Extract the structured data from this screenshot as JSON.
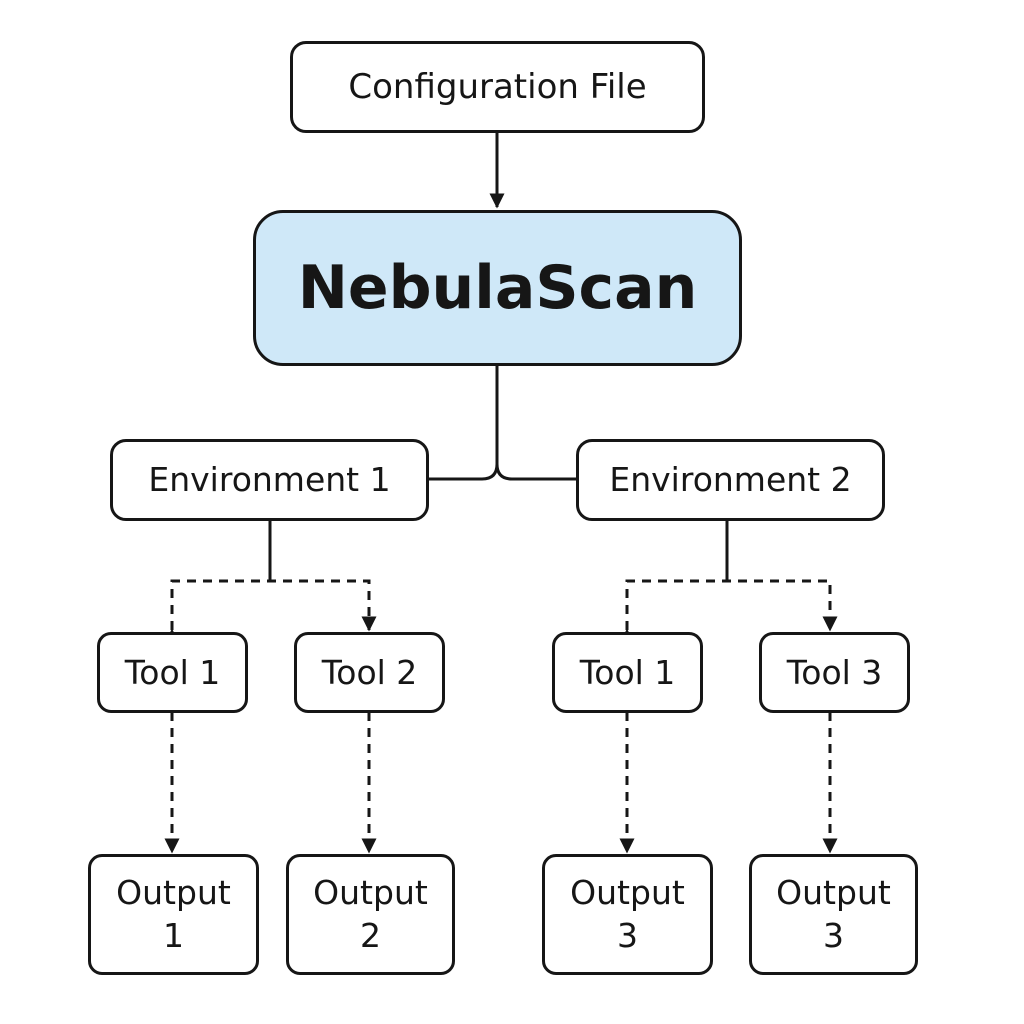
{
  "diagram": {
    "config": {
      "label": "Configuration File"
    },
    "root": {
      "label": "NebulaScan"
    },
    "env1": {
      "label": "Environment 1",
      "tool_a": {
        "label": "Tool 1"
      },
      "tool_b": {
        "label": "Tool 2"
      },
      "output_a": {
        "label": "Output\n1"
      },
      "output_b": {
        "label": "Output\n2"
      }
    },
    "env2": {
      "label": "Environment 2",
      "tool_a": {
        "label": "Tool 1"
      },
      "tool_b": {
        "label": "Tool 3"
      },
      "output_a": {
        "label": "Output\n3"
      },
      "output_b": {
        "label": "Output\n3"
      }
    },
    "colors": {
      "root_fill": "#cfe8f8",
      "stroke": "#161616"
    }
  }
}
